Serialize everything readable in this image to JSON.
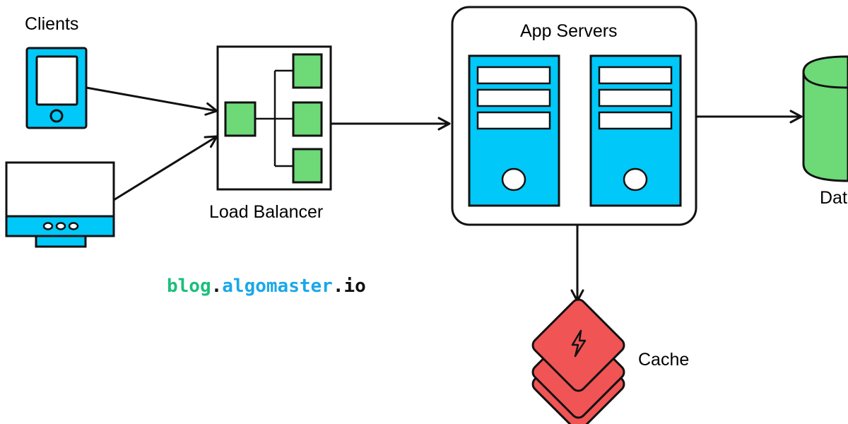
{
  "labels": {
    "clients": "Clients",
    "load_balancer": "Load Balancer",
    "app_servers": "App Servers",
    "database_partial": "Dat",
    "cache": "Cache"
  },
  "brand": {
    "part1": "blog",
    "dot1": ".",
    "part2": "algomaster",
    "dot2": ".",
    "part3": "io"
  },
  "colors": {
    "device_blue": "#00c8f8",
    "node_green": "#6dd977",
    "cache_red": "#f15454",
    "brand_green": "#1bbf7a",
    "brand_blue": "#1aa8e8",
    "stroke": "#111111"
  },
  "icons": [
    "tablet-icon",
    "monitor-icon",
    "load-balancer-icon",
    "server-icon",
    "database-icon",
    "cache-icon",
    "lightning-icon"
  ]
}
